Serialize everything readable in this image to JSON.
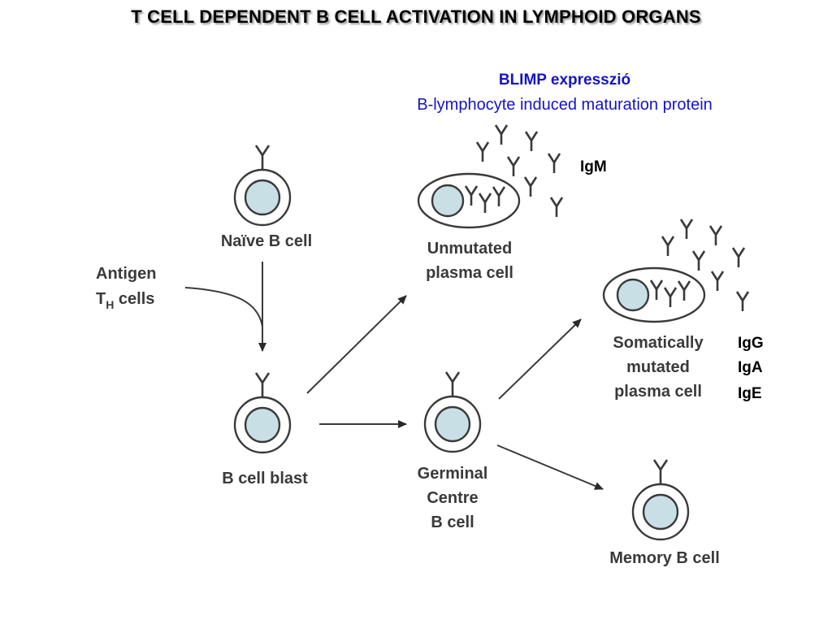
{
  "title": "T CELL DEPENDENT B CELL ACTIVATION IN LYMPHOID ORGANS",
  "blimp": {
    "heading": "BLIMP expresszió",
    "subtitle": "B-lymphocyte induced maturation protein"
  },
  "isotypes": {
    "igm": "IgM",
    "igg": "IgG",
    "iga": "IgA",
    "ige": "IgE"
  },
  "cells": {
    "naive": "Naïve B cell",
    "blast": "B cell blast",
    "unmutated_line1": "Unmutated",
    "unmutated_line2": "plasma cell",
    "germinal_line1": "Germinal",
    "germinal_line2": "Centre",
    "germinal_line3": "B cell",
    "somatic_line1": "Somatically",
    "somatic_line2": "mutated",
    "somatic_line3": "plasma cell",
    "memory": "Memory B cell"
  },
  "input": {
    "line1": "Antigen",
    "line2_main": "T",
    "line2_sub": "H",
    "line2_rest": " cells"
  },
  "colors": {
    "title_text": "#000000",
    "blimp_text": "#1414c8",
    "nucleus_fill": "#c9dfe6",
    "line": "#3a3a3a"
  }
}
